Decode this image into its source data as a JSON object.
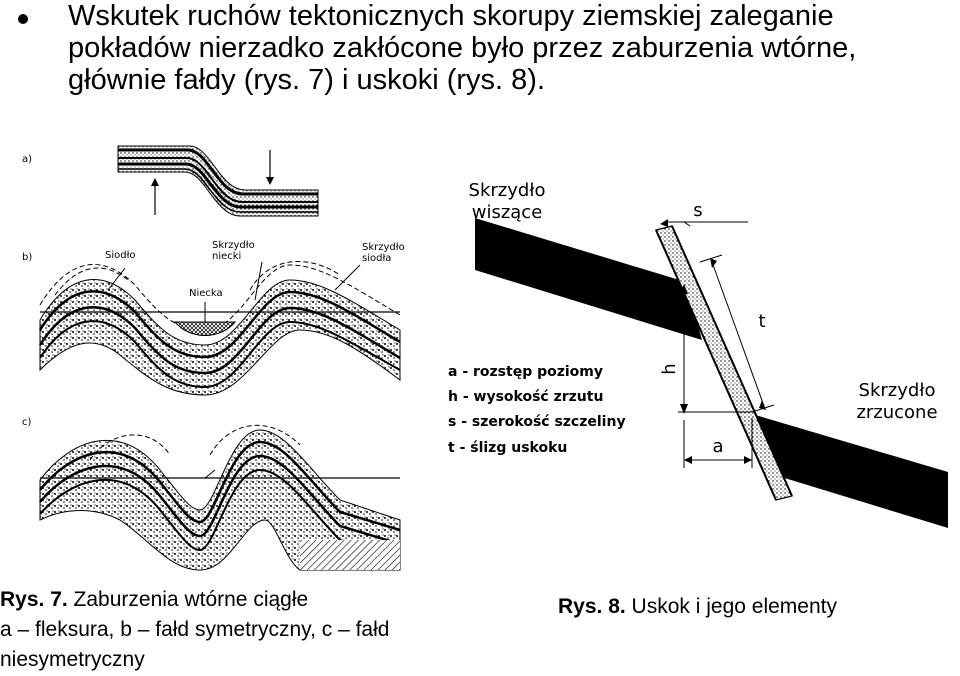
{
  "bullet": {
    "text": "Wskutek ruchów tektonicznych skorupy ziemskiej zaleganie pokładów nierzadko zakłócone było przez zaburzenia wtórne, głównie fałdy (rys. 7) i uskoki (rys. 8)."
  },
  "fig7": {
    "panel_a": "a)",
    "panel_b": "b)",
    "panel_c": "c)",
    "label_siodlo": "Siodło",
    "label_skrzydlo_niecki": "Skrzydło\nniecki",
    "label_skrzydlo_siodla": "Skrzydło\nsiodła",
    "label_niecka": "Niecka",
    "caption_bold": "Rys. 7.",
    "caption_rest": " Zaburzenia wtórne ciągłe",
    "caption_line2": "a – fleksura, b – fałd symetryczny, c – fałd",
    "caption_line3": "niesymetryczny"
  },
  "fig8": {
    "label_wiszace": "Skrzydło\nwiszące",
    "label_zrzucone": "Skrzydło\nzrzucone",
    "dim_s": "s",
    "dim_t": "t",
    "dim_h": "h",
    "dim_a": "a",
    "legend": [
      "a - rozstęp poziomy",
      "h - wysokość zrzutu",
      "s - szerokość szczeliny",
      "t - ślizg uskoku"
    ],
    "caption_bold": "Rys. 8.",
    "caption_rest": " Uskok i jego elementy"
  }
}
